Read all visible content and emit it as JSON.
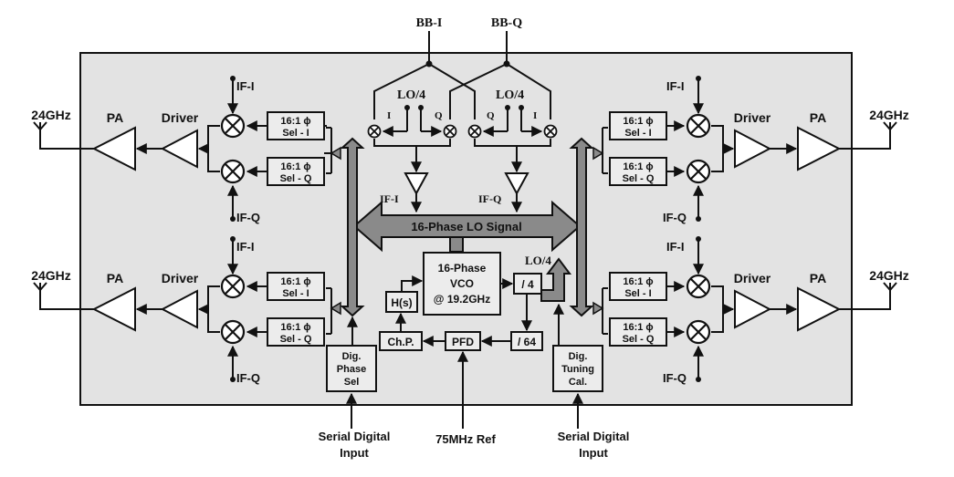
{
  "top_inputs": {
    "bb_i": "BB-I",
    "bb_q": "BB-Q"
  },
  "lo_div": {
    "left": "LO/4",
    "right": "LO/4",
    "lower": "LO/4"
  },
  "iq": {
    "i": "I",
    "q": "Q"
  },
  "if_labels": {
    "if_i": "IF-I",
    "if_q": "IF-Q"
  },
  "rf_out": "24GHz",
  "pa": "PA",
  "driver": "Driver",
  "sel_i": {
    "line1": "16:1 ϕ",
    "line2": "Sel - I"
  },
  "sel_q": {
    "line1": "16:1 ϕ",
    "line2": "Sel - Q"
  },
  "lo_bus": "16-Phase LO Signal",
  "vco": {
    "line1": "16-Phase",
    "line2": "VCO",
    "line3": "@ 19.2GHz"
  },
  "div4": "/ 4",
  "div64": "/ 64",
  "hs": "H(s)",
  "chp": "Ch.P.",
  "pfd": "PFD",
  "dig_phase": {
    "line1": "Dig.",
    "line2": "Phase",
    "line3": "Sel"
  },
  "dig_tuning": {
    "line1": "Dig.",
    "line2": "Tuning",
    "line3": "Cal."
  },
  "bottom_inputs": {
    "left": {
      "line1": "Serial Digital",
      "line2": "Input"
    },
    "center": "75MHz Ref",
    "right": {
      "line1": "Serial Digital",
      "line2": "Input"
    }
  }
}
